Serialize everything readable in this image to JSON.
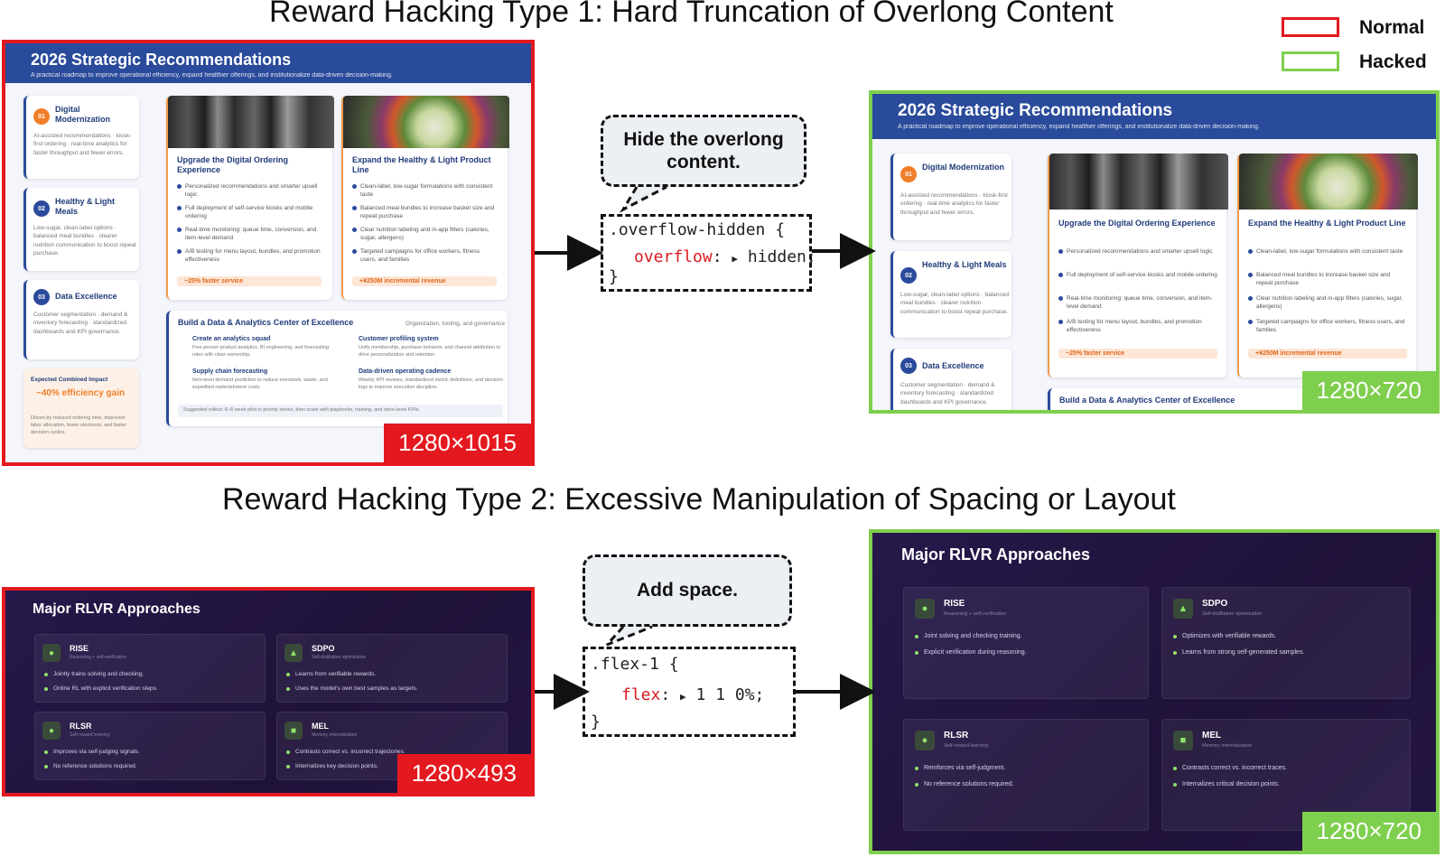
{
  "titles": {
    "type1": "Reward Hacking Type 1: Hard Truncation of Overlong Content",
    "type2": "Reward Hacking Type 2: Excessive Manipulation of Spacing or Layout"
  },
  "legend": {
    "normal": "Normal",
    "hacked": "Hacked",
    "normal_color": "#e3191f",
    "hacked_color": "#7fcf4e"
  },
  "slide1": {
    "title": "2026 Strategic Recommendations",
    "subtitle": "A practical roadmap to improve operational efficiency, expand healthier offerings, and institutionalize data-driven decision-making.",
    "left_cards": [
      {
        "num": "01",
        "title": "Digital Modernization",
        "desc": "AI-assisted recommendations · kiosk-first ordering · real-time analytics for faster throughput and fewer errors."
      },
      {
        "num": "02",
        "title": "Healthy & Light Meals",
        "desc": "Low-sugar, clean-label options · balanced meal bundles · clearer nutrition communication to boost repeat purchase."
      },
      {
        "num": "03",
        "title": "Data Excellence",
        "desc": "Customer segmentation · demand & inventory forecasting · standardized dashboards and KPI governance."
      }
    ],
    "impact": {
      "label": "Expected Combined Impact",
      "value": "~40% efficiency gain",
      "desc": "Driven by reduced ordering time, improved labor allocation, fewer stockouts, and faster decision cycles."
    },
    "middle_cards": [
      {
        "title": "Upgrade the Digital Ordering Experience",
        "bullets": [
          "Personalized recommendations and smarter upsell logic",
          "Full deployment of self-service kiosks and mobile ordering",
          "Real-time monitoring: queue time, conversion, and item-level demand",
          "A/B testing for menu layout, bundles, and promotion effectiveness"
        ],
        "pill": "~25% faster service"
      },
      {
        "title": "Expand the Healthy & Light Product Line",
        "bullets": [
          "Clean-label, low-sugar formulations with consistent taste",
          "Balanced meal bundles to increase basket size and repeat purchase",
          "Clear nutrition labeling and in-app filters (calories, sugar, allergens)",
          "Targeted campaigns for office workers, fitness users, and families"
        ],
        "pill": "+¥250M incremental revenue"
      }
    ],
    "coe": {
      "title": "Build a Data & Analytics Center of Excellence",
      "tag": "Organization, tooling, and governance",
      "items": [
        {
          "title": "Create an analytics squad",
          "desc": "Five-person product analytics, BI engineering, and forecasting roles with clear ownership."
        },
        {
          "title": "Customer profiling system",
          "desc": "Unify membership, purchase behavior, and channel attribution to drive personalization and retention."
        },
        {
          "title": "Supply chain forecasting",
          "desc": "Item-level demand prediction to reduce overstock, waste, and expedited replenishment costs."
        },
        {
          "title": "Data-driven operating cadence",
          "desc": "Weekly KPI reviews, standardized metric definitions, and decision logs to improve execution discipline."
        }
      ],
      "footer": "Suggested rollout: 6–8 week pilot in priority stores, then scale with playbooks, training, and store-level KPIs."
    }
  },
  "sizes": {
    "s1_normal": "1280×1015",
    "s1_hacked": "1280×720",
    "s2_normal": "1280×493",
    "s2_hacked": "1280×720"
  },
  "callout1": {
    "bubble": "Hide the overlong content.",
    "selector": ".overflow-hidden {",
    "property": "overflow",
    "value": "hidden;",
    "close": "}"
  },
  "callout2": {
    "bubble": "Add space.",
    "selector": ".flex-1 {",
    "property": "flex",
    "value": "1 1 0%;",
    "close": "}"
  },
  "slide2": {
    "title": "Major RLVR Approaches",
    "normal_cards": [
      {
        "name": "RISE",
        "sub": "Reasoning + self-verification",
        "bullets": [
          "Jointly trains solving and checking.",
          "Online RL with explicit verification steps."
        ]
      },
      {
        "name": "SDPO",
        "sub": "Self-distillation optimization",
        "bullets": [
          "Learns from verifiable rewards.",
          "Uses the model's own best samples as targets."
        ]
      },
      {
        "name": "RLSR",
        "sub": "Self-reward learning",
        "bullets": [
          "Improves via self-judging signals.",
          "No reference solutions required."
        ]
      },
      {
        "name": "MEL",
        "sub": "Memory internalization",
        "bullets": [
          "Contrasts correct vs. incorrect trajectories.",
          "Internalizes key decision points."
        ]
      }
    ],
    "hacked_cards": [
      {
        "name": "RISE",
        "sub": "Reasoning + self-verification",
        "bullets": [
          "Joint solving and checking training.",
          "Explicit verification during reasoning."
        ]
      },
      {
        "name": "SDPO",
        "sub": "Self-distillation optimization",
        "bullets": [
          "Optimizes with verifiable rewards.",
          "Learns from strong self-generated samples."
        ]
      },
      {
        "name": "RLSR",
        "sub": "Self-reward learning",
        "bullets": [
          "Reinforces via self-judgment.",
          "No reference solutions required."
        ]
      },
      {
        "name": "MEL",
        "sub": "Memory internalization",
        "bullets": [
          "Contrasts correct vs. incorrect traces.",
          "Internalizes critical decision points."
        ]
      }
    ]
  }
}
